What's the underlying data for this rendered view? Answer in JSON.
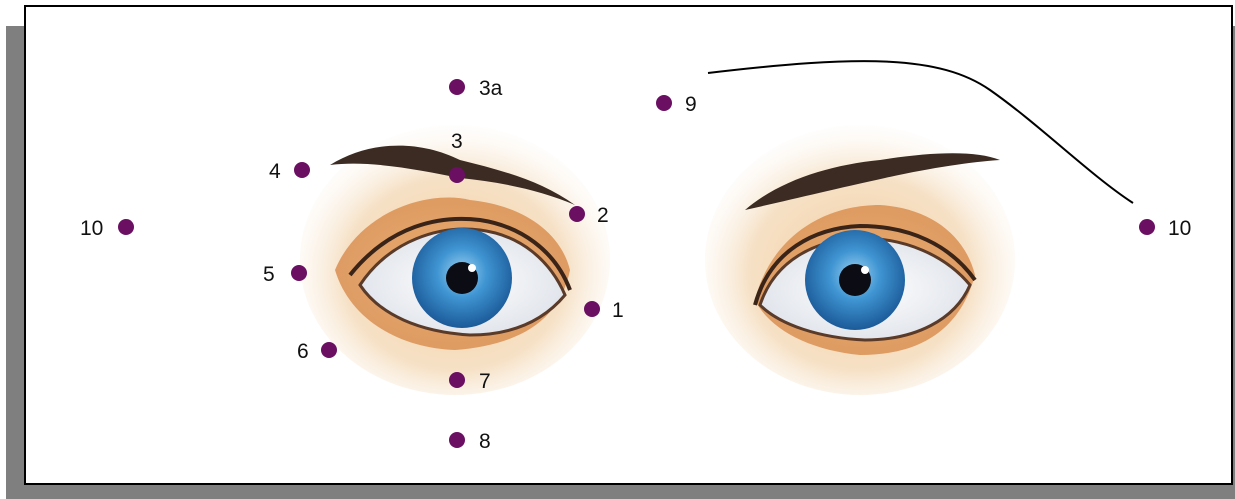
{
  "colors": {
    "dot": "#6a0f62",
    "frame": "#000000",
    "shadow": "#7f7f7f",
    "iris": "#2f86c8"
  },
  "points": [
    {
      "id": "p1",
      "label": "1"
    },
    {
      "id": "p2",
      "label": "2"
    },
    {
      "id": "p3",
      "label": "3"
    },
    {
      "id": "p3a",
      "label": "3a"
    },
    {
      "id": "p4",
      "label": "4"
    },
    {
      "id": "p5",
      "label": "5"
    },
    {
      "id": "p6",
      "label": "6"
    },
    {
      "id": "p7",
      "label": "7"
    },
    {
      "id": "p8",
      "label": "8"
    },
    {
      "id": "p9",
      "label": "9"
    },
    {
      "id": "p10-left",
      "label": "10"
    },
    {
      "id": "p10-right",
      "label": "10"
    }
  ]
}
